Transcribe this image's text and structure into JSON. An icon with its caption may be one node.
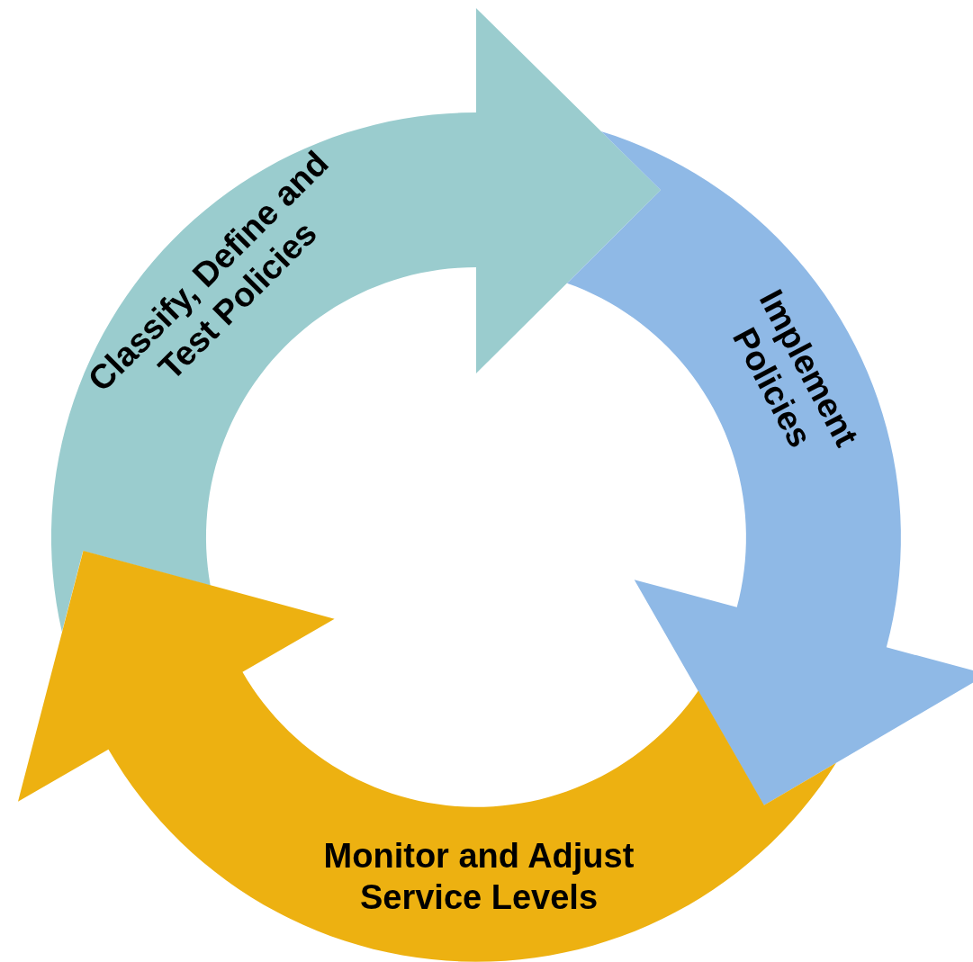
{
  "diagram": {
    "nodes": [
      {
        "text": [
          "Classify, Define and Test Policies"
        ]
      },
      {
        "text": [
          "Implement Policies"
        ]
      },
      {
        "text": [
          "Monitor and Adjust Service Levels"
        ]
      }
    ]
  }
}
